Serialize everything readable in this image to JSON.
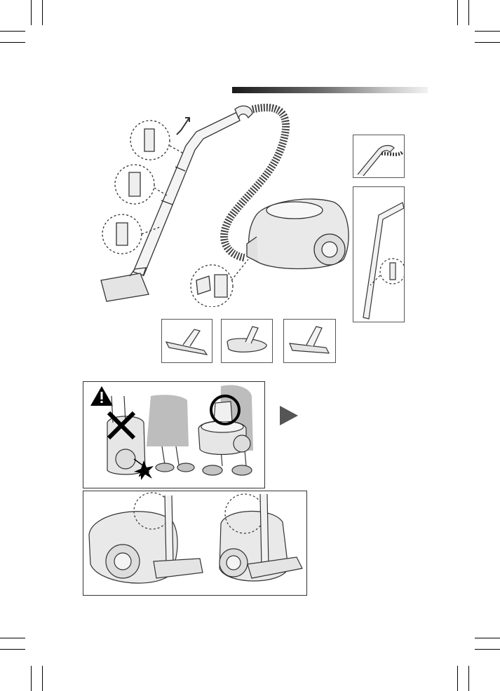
{
  "page": {
    "header_bar_colors": [
      "#1a1a1a",
      "#9a9a9a",
      "#f2f2f2"
    ],
    "line_color": "#333333",
    "shade_fill": "#e9e9e9",
    "warning_triangle_color": "#000000",
    "arrow_color": "#555555"
  },
  "icons": {
    "crop_marks": "crop-mark",
    "warning": "warning-triangle-icon",
    "cross": "x-mark-icon",
    "circle": "highlight-circle-icon",
    "pointer": "play-arrow-icon"
  },
  "illustrations": {
    "assembly": "vacuum-assembly",
    "hose_handle": "hose-handle-detail",
    "telescopic_tube": "telescopic-tube-detail",
    "brushes": [
      "floor-brush-wide",
      "floor-brush-round",
      "floor-brush-combo"
    ],
    "warning_panel": "carry-warning",
    "storage_panel": "storage-positions"
  }
}
